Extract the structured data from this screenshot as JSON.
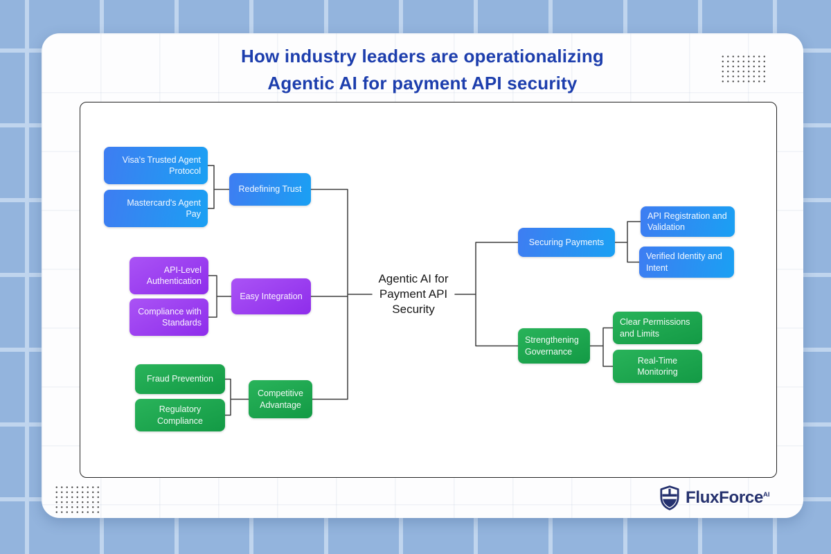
{
  "title": {
    "line1": "How industry leaders are operationalizing",
    "line2": "Agentic AI for payment API security",
    "color": "#1d3ead"
  },
  "diagram": {
    "center_node": {
      "label": "Agentic AI for Payment API Security"
    },
    "left_branches": [
      {
        "theme": "blue",
        "parent": {
          "label": "Redefining Trust"
        },
        "children": [
          {
            "label": "Visa's Trusted Agent Protocol"
          },
          {
            "label": "Mastercard's Agent Pay"
          }
        ]
      },
      {
        "theme": "purple",
        "parent": {
          "label": "Easy Integration"
        },
        "children": [
          {
            "label": "API-Level Authentication"
          },
          {
            "label": "Compliance with Standards"
          }
        ]
      },
      {
        "theme": "green",
        "parent": {
          "label": "Competitive Advantage"
        },
        "children": [
          {
            "label": "Fraud Prevention"
          },
          {
            "label": "Regulatory Compliance"
          }
        ]
      }
    ],
    "right_branches": [
      {
        "theme": "blue",
        "parent": {
          "label": "Securing Payments"
        },
        "children": [
          {
            "label": "API Registration and Validation"
          },
          {
            "label": "Verified Identity and Intent"
          }
        ]
      },
      {
        "theme": "green",
        "parent": {
          "label": "Strengthening Governance"
        },
        "children": [
          {
            "label": "Clear Permissions and Limits"
          },
          {
            "label": "Real-Time Monitoring"
          }
        ]
      }
    ],
    "theme_colors": {
      "blue": "#2196f3",
      "purple": "#9c3cf0",
      "green": "#1ea24d"
    },
    "connector_color": "#3c3c3c"
  },
  "footer": {
    "brand": "FluxForce",
    "brand_suffix": "AI",
    "brand_color": "#25316e"
  }
}
